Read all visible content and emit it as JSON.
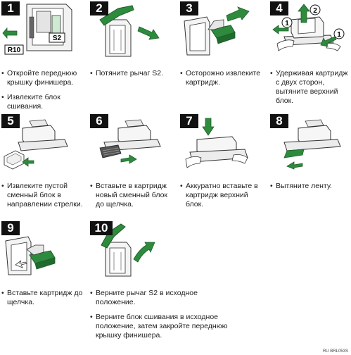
{
  "steps": [
    {
      "num": "1",
      "texts": [
        "Откройте переднюю крышку финишера.",
        "Извлеките блок сшивания."
      ],
      "labels": [
        "S2",
        "R10"
      ]
    },
    {
      "num": "2",
      "texts": [
        "Потяните рычаг S2."
      ]
    },
    {
      "num": "3",
      "texts": [
        "Осторожно извлеките картридж."
      ]
    },
    {
      "num": "4",
      "texts": [
        "Удерживая картридж с двух сторон, вытяните верхний блок."
      ],
      "labels": [
        "1",
        "2",
        "1"
      ]
    },
    {
      "num": "5",
      "texts": [
        "Извлеките пустой сменный блок в направлении стрелки."
      ]
    },
    {
      "num": "6",
      "texts": [
        "Вставьте в картридж новый сменный блок до щелчка."
      ]
    },
    {
      "num": "7",
      "texts": [
        "Аккуратно вставьте в картридж верхний блок."
      ]
    },
    {
      "num": "8",
      "texts": [
        "Вытяните ленту."
      ]
    },
    {
      "num": "9",
      "texts": [
        "Вставьте картридж до щелчка."
      ]
    },
    {
      "num": "10",
      "texts": [
        "Верните рычаг S2 в исходное положение.",
        "Верните блок сшивания в исходное положение, затем закройте переднюю крышку финишера."
      ]
    }
  ],
  "figure_code": "RU BRL053S",
  "colors": {
    "accent_green": "#2e8b3e",
    "number_bg": "#111111"
  }
}
